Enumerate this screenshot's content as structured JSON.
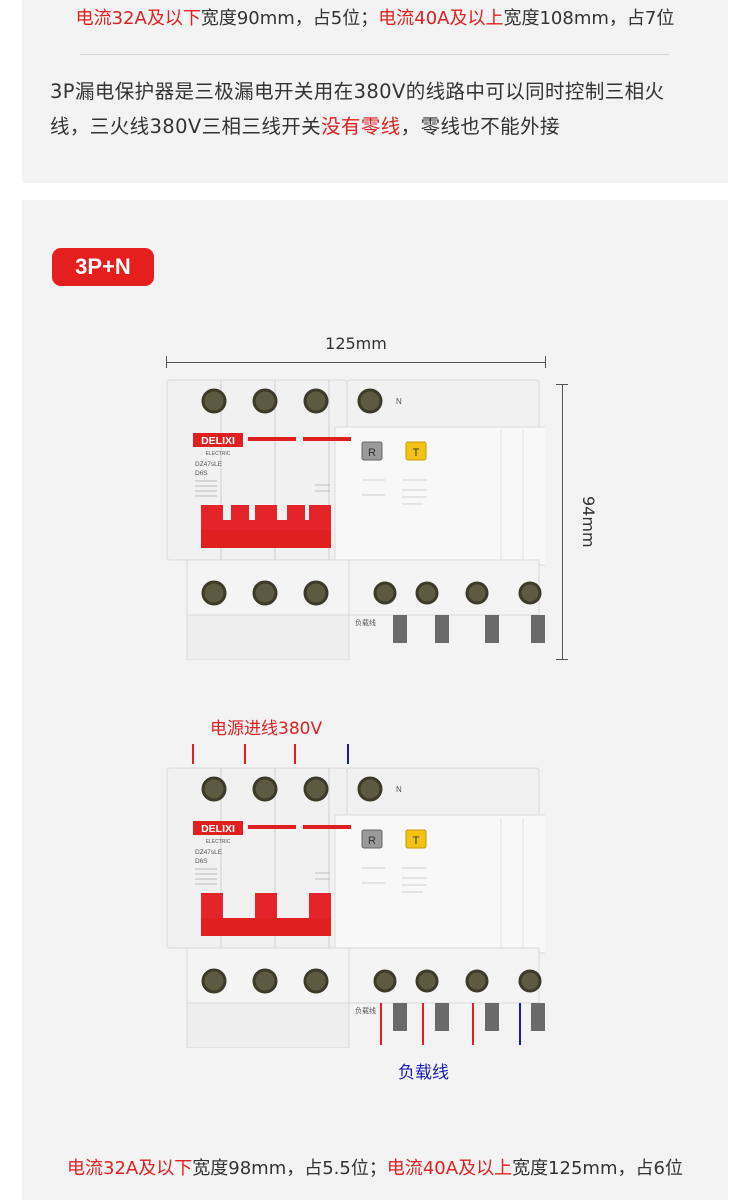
{
  "top_spec": {
    "part1": "电流32A及以下",
    "part2": "宽度90mm，占5位；",
    "part3": "电流40A及以上",
    "part4": "宽度108mm，占7位"
  },
  "description": {
    "text1": "3P漏电保护器是三极漏电开关用在380V的线路中可以同时控制三相火线，三火线380V三相三线开关",
    "highlight": "没有零线",
    "text2": "，零线也不能外接"
  },
  "badge": "3P+N",
  "dimensions": {
    "width": "125mm",
    "height": "94mm"
  },
  "device": {
    "brand": "DELIXI",
    "brand_sub": "ELECTRIC",
    "model": "DZ47sLE",
    "rating": "D6S",
    "test_button": "T",
    "reset_button": "R",
    "neutral": "N",
    "load_tag": "负载线"
  },
  "wire_labels": {
    "power_in": "电源进线380V",
    "load": "负载线"
  },
  "colors": {
    "red": "#e02020",
    "blue": "#1a1ab8",
    "badge": "#e51e1e",
    "card_bg": "#f3f3f3"
  },
  "bottom_spec": {
    "part1": "电流32A及以下",
    "part2": "宽度98mm，占5.5位；",
    "part3": "电流40A及以上",
    "part4": "宽度125mm，占6位"
  }
}
